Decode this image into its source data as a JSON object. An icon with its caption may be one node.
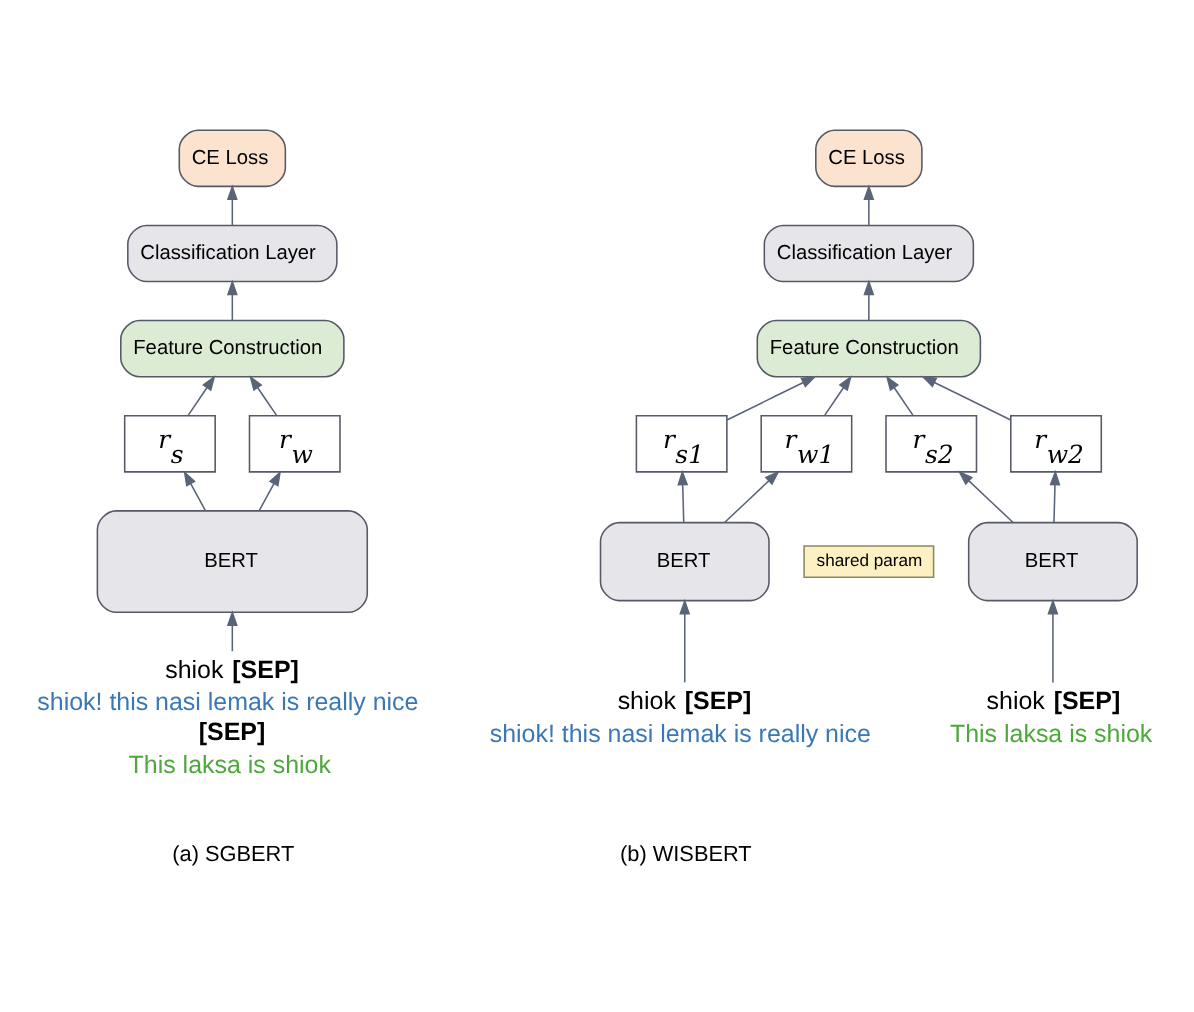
{
  "diagram": {
    "nodes": [
      {
        "text": [
          "CE Loss"
        ]
      },
      {
        "text": [
          "Classification Layer"
        ]
      },
      {
        "text": [
          "Feature Construction"
        ]
      },
      {
        "text": [
          "*r*$_{s}$"
        ]
      },
      {
        "text": [
          "*r*$_{w}$"
        ]
      },
      {
        "text": [
          "BERT"
        ]
      },
      {
        "text": [
          "shiok **[SEP]**",
          "shiok! this nasi lemak is really nice",
          "**[SEP]**",
          "This laksa is shiok"
        ]
      },
      {
        "text": [
          "CE Loss"
        ]
      },
      {
        "text": [
          "Classification Layer"
        ]
      },
      {
        "text": [
          "Feature Construction"
        ]
      },
      {
        "text": [
          "*r*$_{s1}$"
        ]
      },
      {
        "text": [
          "*r*$_{w1}$"
        ]
      },
      {
        "text": [
          "*r*$_{s2}$"
        ]
      },
      {
        "text": [
          "*r*$_{w2}$"
        ]
      },
      {
        "text": [
          "BERT"
        ]
      },
      {
        "text": [
          "BERT"
        ]
      },
      {
        "text": [
          "shared param"
        ]
      },
      {
        "text": [
          "shiok **[SEP]**",
          "shiok! this nasi lemak is really nice"
        ]
      },
      {
        "text": [
          "shiok **[SEP]**",
          "This laksa is shiok"
        ]
      }
    ],
    "edges": [
      {
        "from": 6,
        "to": 5,
        "arrow": "to"
      },
      {
        "from": 5,
        "to": 3,
        "arrow": "to"
      },
      {
        "from": 5,
        "to": 4,
        "arrow": "to"
      },
      {
        "from": 3,
        "to": 2,
        "arrow": "to"
      },
      {
        "from": 4,
        "to": 2,
        "arrow": "to"
      },
      {
        "from": 2,
        "to": 1,
        "arrow": "to"
      },
      {
        "from": 1,
        "to": 0,
        "arrow": "to"
      },
      {
        "from": 17,
        "to": 14,
        "arrow": "to"
      },
      {
        "from": 18,
        "to": 15,
        "arrow": "to"
      },
      {
        "from": 14,
        "to": 10,
        "arrow": "to"
      },
      {
        "from": 14,
        "to": 11,
        "arrow": "to"
      },
      {
        "from": 15,
        "to": 12,
        "arrow": "to"
      },
      {
        "from": 15,
        "to": 13,
        "arrow": "to"
      },
      {
        "from": 10,
        "to": 9,
        "arrow": "to"
      },
      {
        "from": 11,
        "to": 9,
        "arrow": "to"
      },
      {
        "from": 12,
        "to": 9,
        "arrow": "to"
      },
      {
        "from": 13,
        "to": 9,
        "arrow": "to"
      },
      {
        "from": 9,
        "to": 8,
        "arrow": "to"
      },
      {
        "from": 8,
        "to": 7,
        "arrow": "to"
      }
    ],
    "labels": [
      "(a) SGBERT",
      "(b) WISBERT"
    ]
  }
}
